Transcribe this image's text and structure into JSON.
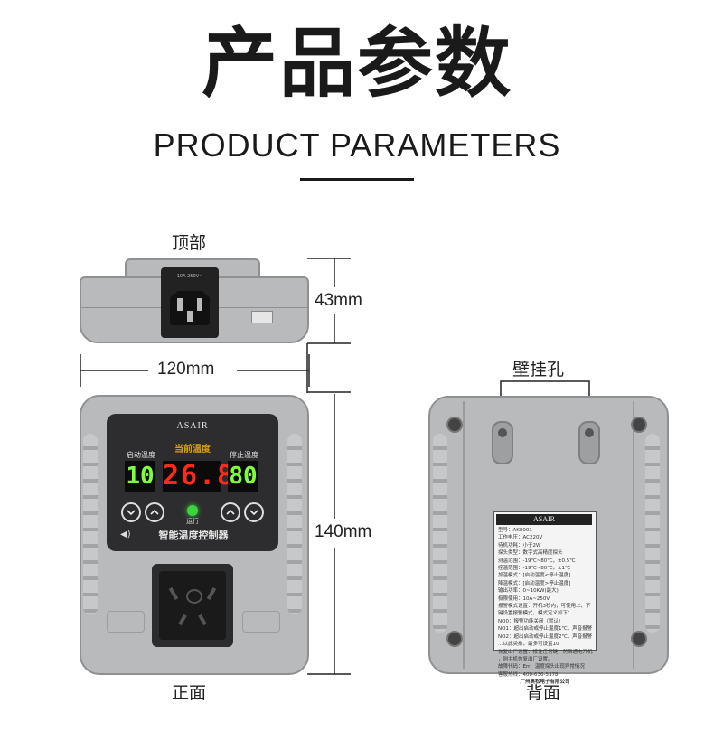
{
  "header": {
    "title_cn": "产品参数",
    "title_en": "PRODUCT PARAMETERS"
  },
  "views": {
    "top": "顶部",
    "front": "正面",
    "back": "背面"
  },
  "dimensions": {
    "height_top": "43mm",
    "width": "120mm",
    "height_front": "140mm"
  },
  "back": {
    "mount_holes_label": "壁挂孔",
    "label_brand": "ASAIR",
    "label_lines": [
      "型号：AK8001",
      "工作电压：AC220V",
      "待机功耗：小于2W",
      "探头类型：数字式高精度探头",
      "测温范围：-19℃~80℃，±0.5℃",
      "控温范围：-19℃~80℃，±1℃",
      "加温模式：[启动温度<停止温度]",
      "降温模式：[启动温度>停止温度]",
      "输出功率：0~10KW(最大)",
      "极限使用：10A~250V",
      "报警模式设置：开机3秒内，可使用上、下",
      "键设置报警模式，模式定义如下：",
      "NO0：报警功能关闭（默认）",
      "NO1：超出启动或停止温度1℃，声音报警",
      "NO2：超出启动或停止温度2℃，声音报警",
      "…以此类推，最多可设置10",
      "恢复出厂设置：按住任何键，然后通电开机",
      "，则主机恢复出厂设置。",
      "故障代码：Err：温度探头出现异常情况",
      "客服热线：400-636-5378",
      "广州奥松电子有限公司"
    ]
  },
  "front": {
    "brand": "ASAIR",
    "display_title": "当前温度",
    "start_label": "启动温度",
    "stop_label": "停止温度",
    "start_value": "10",
    "current_value": "26.8",
    "stop_value": "80",
    "run_label": "运行",
    "product_name": "智能温度控制器"
  },
  "top": {
    "plug_text": "10A 250V~"
  },
  "colors": {
    "body": "#b9babb",
    "panel": "#2d2d2f",
    "current_digits": "#ff2a1a",
    "set_digits": "#7dff3a",
    "run_led": "#3cd43c",
    "label_accent": "#d9a000"
  }
}
